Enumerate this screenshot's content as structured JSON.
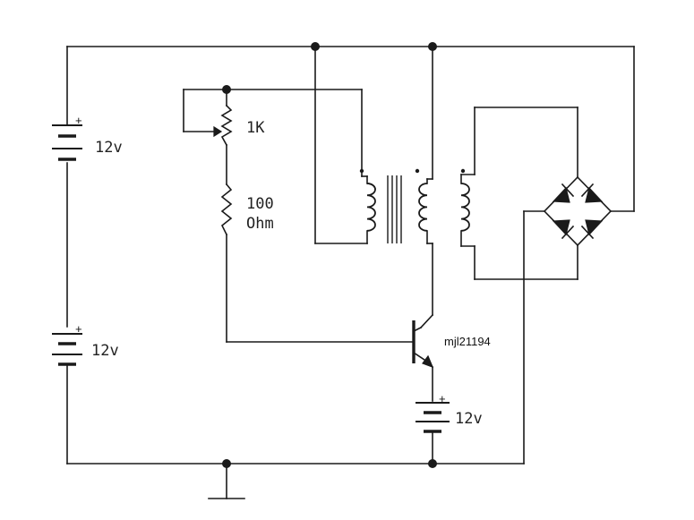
{
  "labels": {
    "battery_top": "12v",
    "battery_bottom": "12v",
    "battery_emitter": "12v",
    "pot": "1K",
    "resistor_line1": "100",
    "resistor_line2": "Ohm",
    "transistor": "mjl21194",
    "plus": "+"
  }
}
